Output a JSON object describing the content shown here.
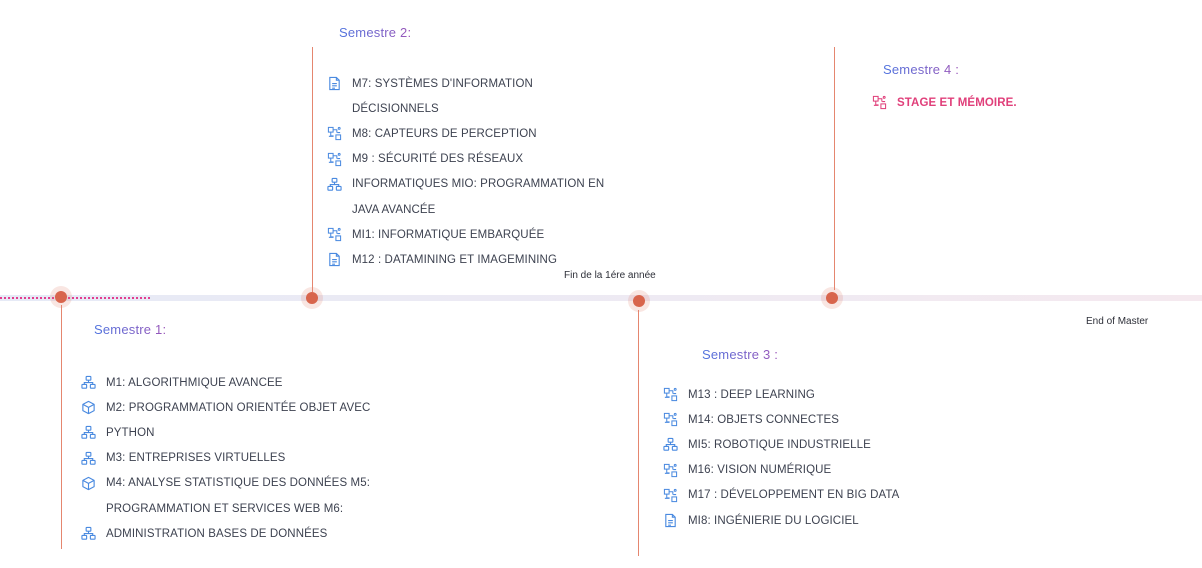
{
  "semesters": {
    "s1": {
      "title": "Semestre 1:",
      "items": [
        {
          "icon": "network-icon",
          "text": "M1: ALGORITHMIQUE AVANCEE"
        },
        {
          "icon": "cube-icon",
          "text": "M2: PROGRAMMATION ORIENTÉE OBJET AVEC"
        },
        {
          "icon": "network-icon",
          "text": "PYTHON"
        },
        {
          "icon": "network-icon",
          "text": "M3: ENTREPRISES VIRTUELLES"
        },
        {
          "icon": "cube-icon",
          "text": "M4: ANALYSE STATISTIQUE DES DONNÉES M5:"
        },
        {
          "icon": "",
          "text": "PROGRAMMATION ET SERVICES WEB M6:"
        },
        {
          "icon": "network-icon",
          "text": "ADMINISTRATION BASES DE DONNÉES"
        }
      ]
    },
    "s2": {
      "title": "Semestre 2:",
      "items": [
        {
          "icon": "document-icon",
          "text": "M7: SYSTÈMES D'INFORMATION"
        },
        {
          "icon": "",
          "text": "DÉCISIONNELS"
        },
        {
          "icon": "circuit-icon",
          "text": "M8: CAPTEURS DE PERCEPTION"
        },
        {
          "icon": "circuit-icon",
          "text": "M9 : SÉCURITÉ DES RÉSEAUX"
        },
        {
          "icon": "network-icon",
          "text": "INFORMATIQUES MIO: PROGRAMMATION EN"
        },
        {
          "icon": "",
          "text": "JAVA AVANCÉE"
        },
        {
          "icon": "circuit-icon",
          "text": "MI1: INFORMATIQUE EMBARQUÉE"
        },
        {
          "icon": "document-icon",
          "text": "M12 : DATAMINING ET IMAGEMINING"
        }
      ]
    },
    "s3": {
      "title": "Semestre 3 :",
      "items": [
        {
          "icon": "circuit-icon",
          "text": "M13 : DEEP LEARNING"
        },
        {
          "icon": "circuit-icon",
          "text": "M14: OBJETS CONNECTES"
        },
        {
          "icon": "network-icon",
          "text": "MI5: ROBOTIQUE INDUSTRIELLE"
        },
        {
          "icon": "circuit-icon",
          "text": "M16: VISION NUMÉRIQUE"
        },
        {
          "icon": "circuit-icon",
          "text": "M17 : DÉVELOPPEMENT EN BIG DATA"
        },
        {
          "icon": "document-icon",
          "text": "MI8: INGÉNIERIE DU LOGICIEL"
        }
      ]
    },
    "s4": {
      "title": "Semestre 4 :",
      "items": [
        {
          "icon": "circuit-icon",
          "text": "STAGE ET MÉMOIRE."
        }
      ]
    }
  },
  "annotations": {
    "end_year1": "Fin de la 1ére année",
    "end_master": "End of  Master"
  },
  "colors": {
    "node": "#d8654c",
    "connector": "#e5866f",
    "icon_blue": "#4a8ae0",
    "accent_pink": "#e03f7a",
    "title_gradient_start": "#4e73df",
    "title_gradient_end": "#9a55b8"
  }
}
